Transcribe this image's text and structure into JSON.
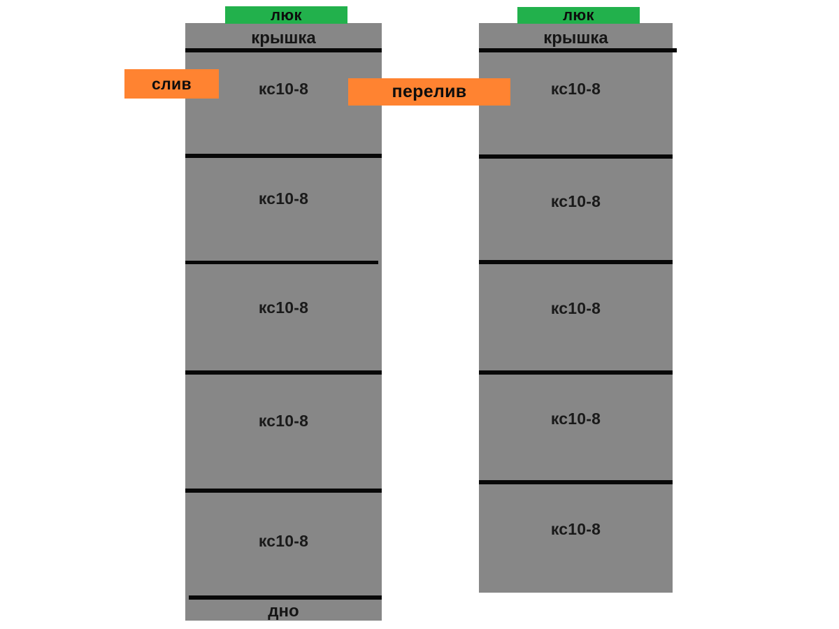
{
  "diagram": {
    "title": "Схема септика из бетонных колец",
    "background_color": "#ffffff",
    "colors": {
      "ring": "#878787",
      "separator": "#080808",
      "hatch": "#22b14c",
      "pipe": "#ff8331",
      "text": "#111111"
    }
  },
  "wells": [
    {
      "id": "well-left",
      "cap_label": "крышка",
      "bottom_label": "дно",
      "hatch_label": "люк",
      "rings": [
        {
          "label": "кс10-8"
        },
        {
          "label": "кс10-8"
        },
        {
          "label": "кс10-8"
        },
        {
          "label": "кс10-8"
        },
        {
          "label": "кс10-8"
        }
      ]
    },
    {
      "id": "well-right",
      "cap_label": "крышка",
      "bottom_label": "",
      "hatch_label": "люк",
      "rings": [
        {
          "label": "кс10-8"
        },
        {
          "label": "кс10-8"
        },
        {
          "label": "кс10-8"
        },
        {
          "label": "кс10-8"
        },
        {
          "label": "кс10-8"
        }
      ]
    }
  ],
  "pipes": {
    "drain": "слив",
    "overflow": "перелив"
  }
}
